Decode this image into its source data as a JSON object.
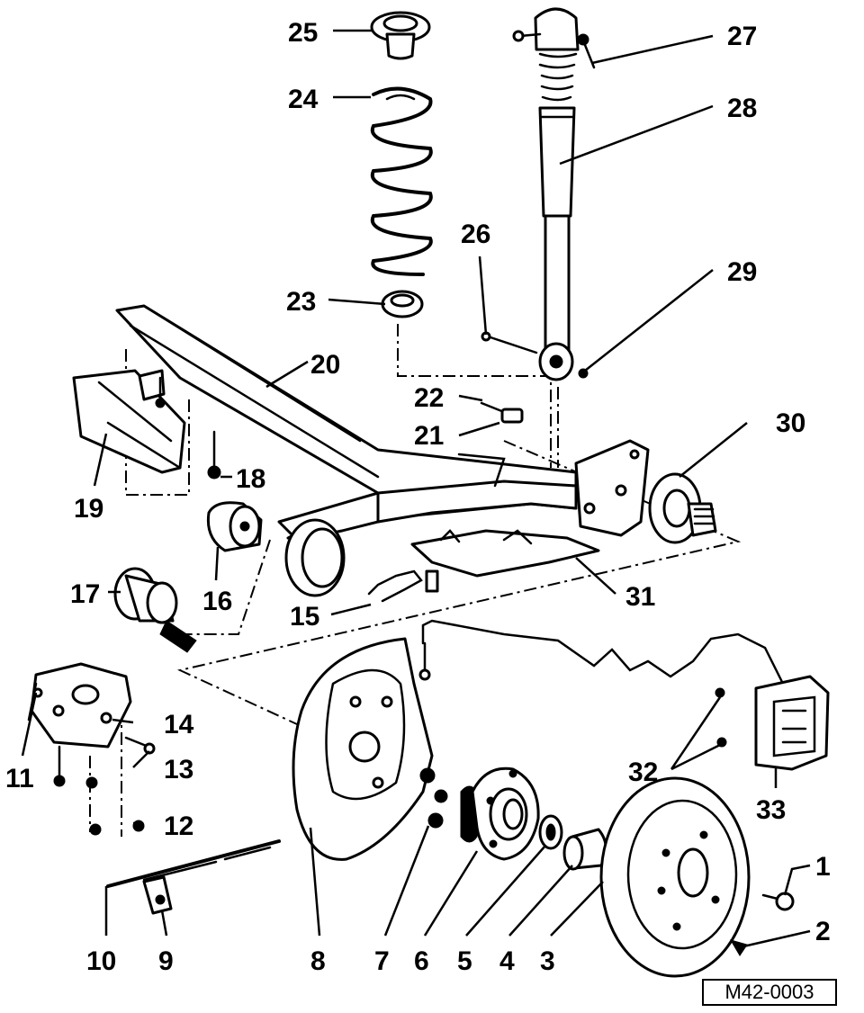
{
  "diagram": {
    "reference_code": "M42-0003",
    "callouts": [
      "1",
      "2",
      "3",
      "4",
      "5",
      "6",
      "7",
      "8",
      "9",
      "10",
      "11",
      "12",
      "13",
      "14",
      "15",
      "16",
      "17",
      "18",
      "19",
      "20",
      "21",
      "22",
      "23",
      "24",
      "25",
      "26",
      "27",
      "28",
      "29",
      "30",
      "31",
      "32",
      "33"
    ]
  }
}
